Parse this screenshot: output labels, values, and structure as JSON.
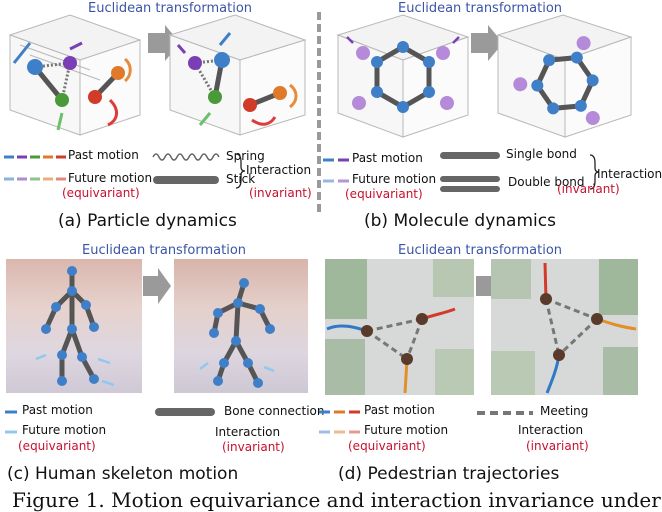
{
  "panel_a": {
    "title": "Euclidean transformation",
    "past_motion": "Past motion",
    "future_motion": "Future motion",
    "equivariant": "(equivariant)",
    "spring": "Spring",
    "stick": "Stick",
    "interaction": "Interaction",
    "invariant": "(invariant)",
    "caption": "(a) Particle dynamics"
  },
  "panel_b": {
    "title": "Euclidean transformation",
    "past_motion": "Past motion",
    "future_motion": "Future motion",
    "equivariant": "(equivariant)",
    "single_bond": "Single bond",
    "double_bond": "Double bond",
    "interaction": "Interaction",
    "invariant": "(invariant)",
    "caption": "(b) Molecule dynamics"
  },
  "panel_c": {
    "title": "Euclidean transformation",
    "past_motion": "Past motion",
    "future_motion": "Future motion",
    "equivariant": "(equivariant)",
    "bone": "Bone connection",
    "interaction": "Interaction",
    "invariant": "(invariant)",
    "caption": "(c) Human skeleton motion"
  },
  "panel_d": {
    "title": "Euclidean transformation",
    "past_motion": "Past motion",
    "future_motion": "Future motion",
    "equivariant": "(equivariant)",
    "meeting": "Meeting",
    "interaction": "Interaction",
    "invariant": "(invariant)",
    "caption": "(d) Pedestrian trajectories"
  },
  "figure_caption": "Figure 1. Motion equivariance and interaction invariance under",
  "colors": {
    "title_blue": "#3a55a6",
    "accent_red": "#c8102e",
    "particle_blue": "#3f7fc8",
    "particle_purple": "#7b3fb5",
    "particle_green": "#4a9a3a",
    "particle_orange": "#e07a2a",
    "particle_red": "#d23a2a"
  }
}
